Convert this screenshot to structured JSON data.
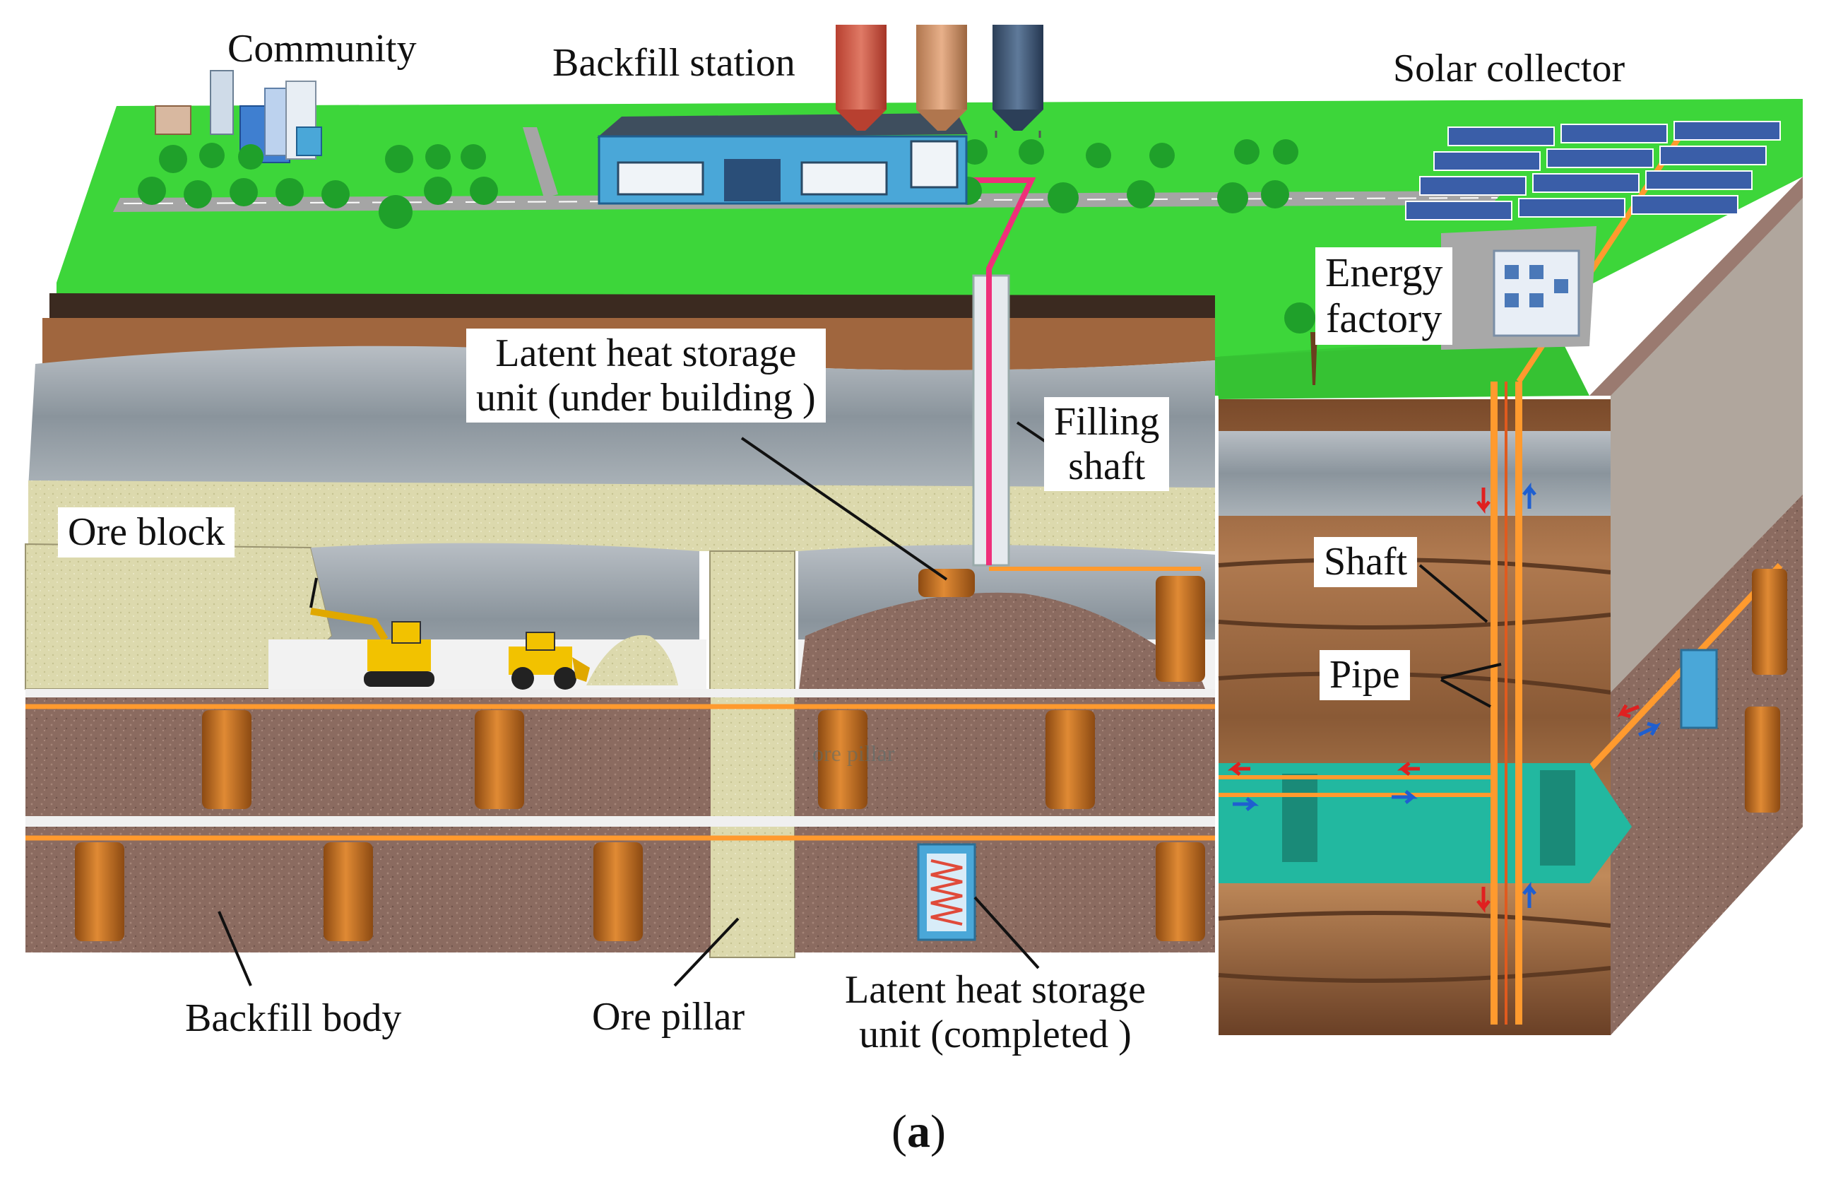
{
  "labels": {
    "community": "Community",
    "backfill_station": "Backfill station",
    "solar_collector": "Solar collector",
    "energy_factory_line1": "Energy",
    "energy_factory_line2": "factory",
    "latent_top_line1": "Latent heat storage",
    "latent_top_line2": "unit (under building )",
    "filling_shaft_line1": "Filling",
    "filling_shaft_line2": "shaft",
    "ore_block": "Ore block",
    "shaft": "Shaft",
    "pipe": "Pipe",
    "backfill_body": "Backfill body",
    "ore_pillar": "Ore pillar",
    "latent_bottom_line1": "Latent heat storage",
    "latent_bottom_line2": "unit (completed )",
    "faint_ore_pillar": "ore pillar",
    "caption_open": "(",
    "caption_letter": "a",
    "caption_close": ")"
  },
  "colors": {
    "grass": "#3dd63a",
    "grass_dark": "#2aa82a",
    "road": "#9a9a9a",
    "soil_top": "#6b4a32",
    "soil_brown": "#a0663e",
    "rock_grey": "#9aa3ab",
    "ore_sand": "#dedcb2",
    "backfill_brown": "#8a6a60",
    "column_orange": "#c9711f",
    "pipe_orange": "#ff9a2e",
    "pipe_pink": "#ef2f7a",
    "water_teal": "#22b8a0",
    "building_blue": "#4aa7d8",
    "silo_red": "#d65a4a",
    "silo_tan": "#cf946a",
    "silo_navy": "#3f5876",
    "solar_panel": "#3a5ea8",
    "excavator_yellow": "#f2c200",
    "arrow_red": "#e02020",
    "arrow_blue": "#1f5fd0"
  }
}
